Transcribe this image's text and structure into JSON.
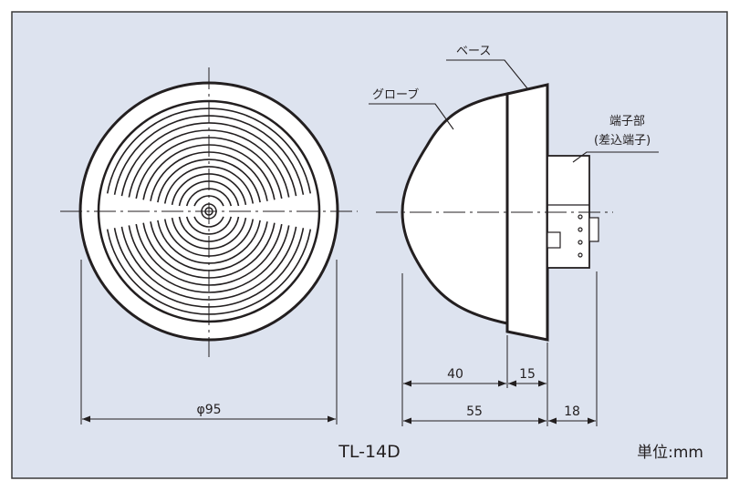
{
  "drawing": {
    "model": "TL-14D",
    "unit_label": "単位:mm",
    "colors": {
      "panel_background": "#dde3ef",
      "panel_border": "#3a3a3a",
      "body_fill": "#ffffff",
      "line": "#231f20"
    }
  },
  "callouts": {
    "base": "ベース",
    "globe": "グローブ",
    "terminal_line1": "端子部",
    "terminal_line2": "(差込端子)"
  },
  "dimensions": {
    "diameter": "φ95",
    "globe_depth": "40",
    "base_depth": "15",
    "body_depth": "55",
    "terminal_depth": "18"
  }
}
